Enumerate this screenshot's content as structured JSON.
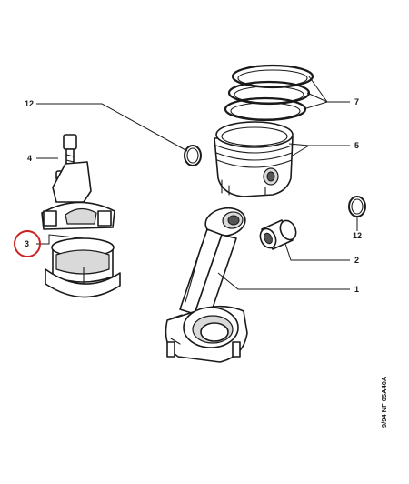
{
  "callouts": {
    "piston_rings": "7",
    "piston": "5",
    "circlip_left": "12",
    "circlip_right": "12",
    "bolt": "4",
    "bearing_shell": "3",
    "gudgeon_pin": "2",
    "connecting_rod": "1"
  },
  "reference_code": "9/94 NF 05A40A",
  "highlight_color": "#cc2222"
}
